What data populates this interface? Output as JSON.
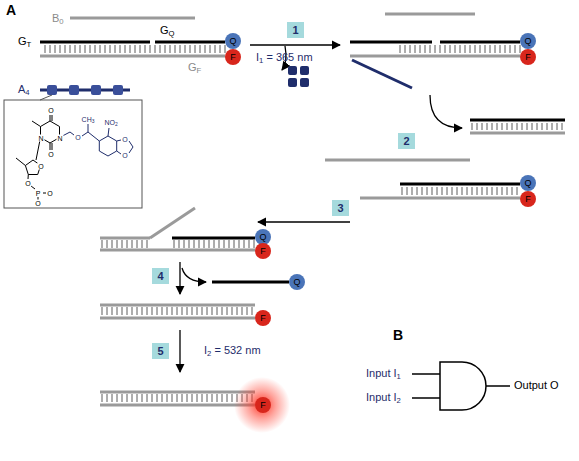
{
  "diagram": {
    "nodes": [
      {
        "text": [
          "Q"
        ]
      },
      {
        "text": [
          "F"
        ]
      },
      {
        "text": [
          "1"
        ]
      },
      {
        "text": [
          "Q"
        ]
      },
      {
        "text": [
          "F"
        ]
      },
      {
        "text": [
          "2"
        ]
      },
      {
        "text": [
          "3"
        ]
      },
      {
        "text": [
          "Q"
        ]
      },
      {
        "text": [
          "F"
        ]
      },
      {
        "text": [
          "Q"
        ]
      },
      {
        "text": [
          "F"
        ]
      },
      {
        "text": [
          "4"
        ]
      },
      {
        "text": [
          "Q"
        ]
      },
      {
        "text": [
          "F"
        ]
      },
      {
        "text": [
          "5"
        ]
      },
      {
        "text": [
          "F"
        ]
      }
    ],
    "labels": [
      "A",
      "B0",
      "GT",
      "GQ",
      "GF",
      "A4",
      "I1 = 365 nm",
      "O",
      "N",
      "O",
      "N",
      "O",
      "CH3",
      "NO2",
      "O",
      "O",
      "O",
      "O",
      "P",
      "O",
      "O",
      "I2 = 532 nm",
      "B",
      "Input I1",
      "Input I2",
      "Output O"
    ]
  }
}
